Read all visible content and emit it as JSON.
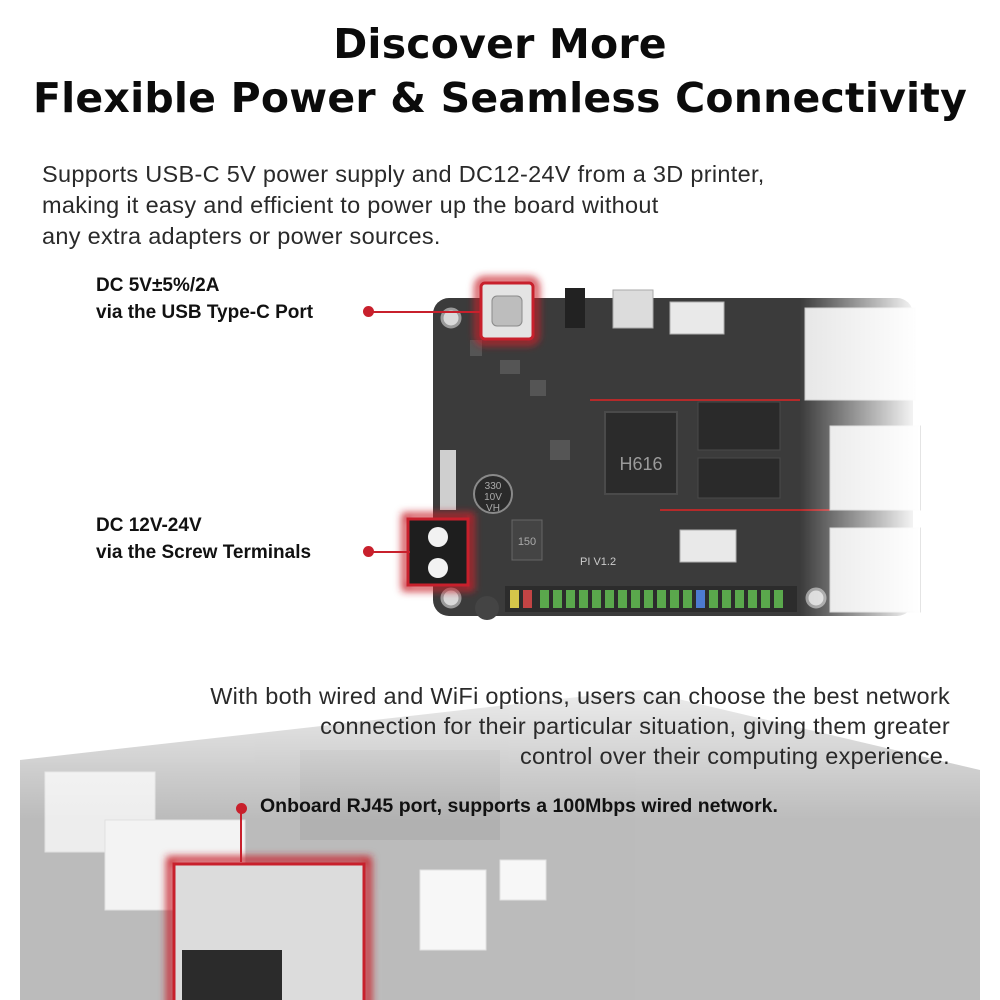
{
  "heading": {
    "line1": "Discover More",
    "line2": "Flexible Power & Seamless Connectivity"
  },
  "intro": [
    "Supports USB-C 5V power supply and DC12-24V from a 3D printer,",
    "making it easy and efficient to power up the board without",
    "any extra adapters or power sources."
  ],
  "callouts": {
    "usb": {
      "line1": "DC 5V±5%/2A",
      "line2": "via the USB Type-C Port"
    },
    "screw": {
      "line1": "DC 12V-24V",
      "line2": "via the Screw Terminals"
    }
  },
  "wifi_text": [
    "With both wired and WiFi options, users can choose the best network",
    "connection for their particular situation, giving them greater",
    "control over their computing experience."
  ],
  "rj45_label": "Onboard RJ45 port, supports a 100Mbps wired network.",
  "board_labels": {
    "chip": "H616",
    "capacitor": [
      "330",
      "10V",
      "VH"
    ],
    "inductor": "150",
    "silk": "PI V1.2"
  },
  "colors": {
    "accent": "#c8202c",
    "board": "#3a3a3a",
    "text": "#2a2a2a"
  }
}
